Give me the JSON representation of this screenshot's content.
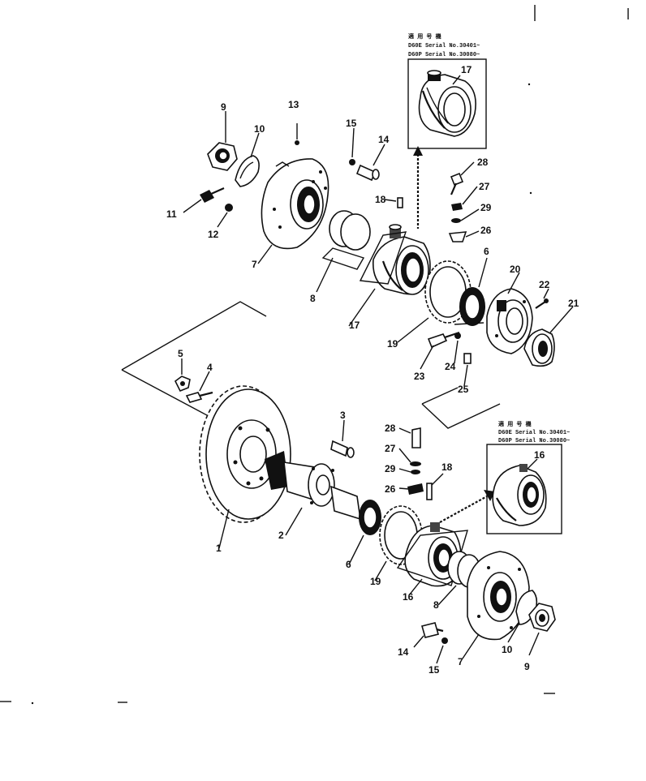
{
  "callouts": {
    "c1": "1",
    "c2": "2",
    "c3": "3",
    "c4": "4",
    "c5": "5",
    "c6_top": "6",
    "c6_bot": "6",
    "c7_top": "7",
    "c7_bot": "7",
    "c8_top": "8",
    "c8_bot": "8",
    "c9_top": "9",
    "c9_bot": "9",
    "c10_top": "10",
    "c10_bot": "10",
    "c11": "11",
    "c12": "12",
    "c13": "13",
    "c14_top": "14",
    "c14_bot": "14",
    "c15_top": "15",
    "c15_bot": "15",
    "c16_inset": "16",
    "c16_bot": "16",
    "c17_inset": "17",
    "c17_top": "17",
    "c18_top": "18",
    "c18_bot": "18",
    "c19_top": "19",
    "c19_bot": "19",
    "c20": "20",
    "c21": "21",
    "c22": "22",
    "c23": "23",
    "c24": "24",
    "c25": "25",
    "c26_top": "26",
    "c26_bot": "26",
    "c27_top": "27",
    "c27_bot": "27",
    "c28_top": "28",
    "c28_bot": "28",
    "c29_top": "29",
    "c29_bot": "29"
  },
  "inset_top": {
    "heading": "適 用 号 機",
    "line1": "D60E   Serial No.30401~",
    "line2": "D60P   Serial No.30080~"
  },
  "inset_bottom": {
    "heading": "適 用 号 機",
    "line1": "D60E   Serial No.30401~",
    "line2": "D60P   Serial No.30080~"
  }
}
